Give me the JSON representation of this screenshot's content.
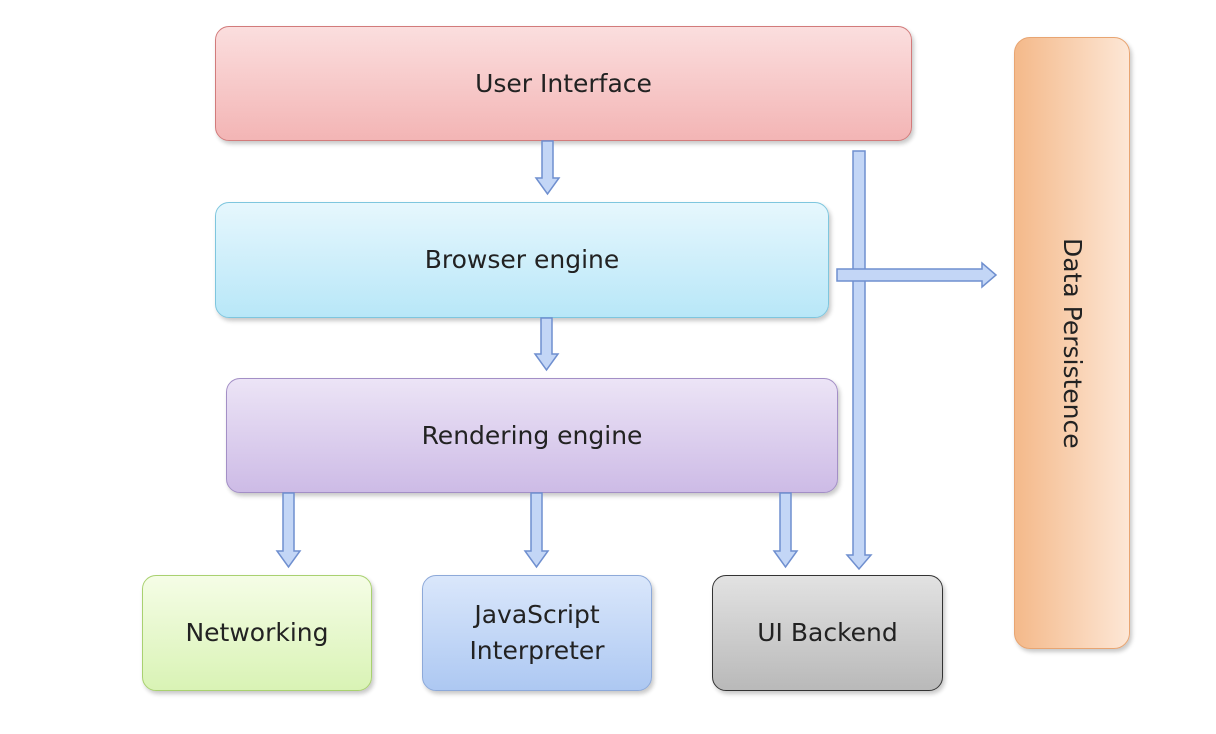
{
  "diagram": {
    "nodes": {
      "user_interface": "User  Interface",
      "browser_engine": "Browser engine",
      "rendering_engine": "Rendering engine",
      "networking": "Networking",
      "javascript_interpreter": "JavaScript\nInterpreter",
      "ui_backend": "UI Backend",
      "data_persistence": "Data Persistence"
    },
    "edges": [
      {
        "from": "User Interface",
        "to": "Browser engine"
      },
      {
        "from": "Browser engine",
        "to": "Rendering engine"
      },
      {
        "from": "Browser engine",
        "to": "Data Persistence"
      },
      {
        "from": "User Interface",
        "to": "UI Backend"
      },
      {
        "from": "Rendering engine",
        "to": "Networking"
      },
      {
        "from": "Rendering engine",
        "to": "JavaScript Interpreter"
      },
      {
        "from": "Rendering engine",
        "to": "UI Backend"
      }
    ],
    "colors": {
      "user_interface": "#f3b5b5",
      "browser_engine": "#b8e7f8",
      "rendering_engine": "#cdbbe6",
      "networking": "#d9f3b5",
      "javascript_interpreter": "#adc8f2",
      "ui_backend": "#b9b9b9",
      "data_persistence": "#f4b98a",
      "arrow_fill": "#c3d6f6",
      "arrow_stroke": "#6f8fcf"
    }
  }
}
